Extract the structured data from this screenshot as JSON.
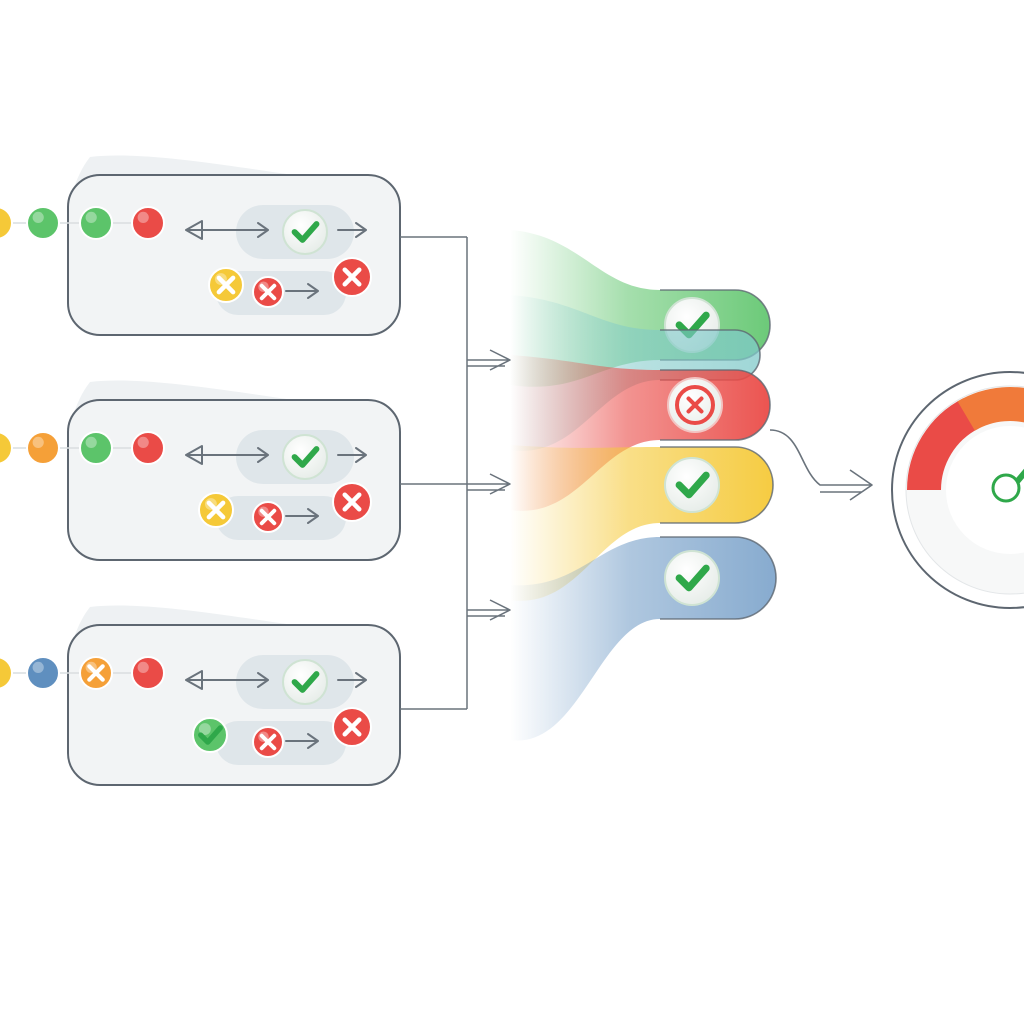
{
  "diagram": {
    "colors": {
      "green": "#5cc46a",
      "red": "#ea4b47",
      "yellow": "#f5c938",
      "orange": "#f5a038",
      "blue": "#5f8fbf",
      "teal": "#7fc9c9",
      "check": "#2fa84a",
      "panel_fill": "#f2f4f5",
      "panel_stroke": "#5d6670",
      "line": "#6a737c"
    },
    "rows": [
      {
        "input_dots": [
          "yellow",
          "green",
          "green",
          "red"
        ],
        "top_result": "check",
        "bottom_tokens": [
          "cross-yellow",
          "cross-red"
        ],
        "bottom_result": "cross"
      },
      {
        "input_dots": [
          "yellow",
          "orange",
          "green",
          "red"
        ],
        "top_result": "check",
        "bottom_tokens": [
          "cross-yellow",
          "cross-red"
        ],
        "bottom_result": "cross"
      },
      {
        "input_dots": [
          "yellow",
          "blue",
          "cross-orange",
          "red"
        ],
        "top_result": "check",
        "bottom_tokens": [
          "check-green",
          "cross-red"
        ],
        "bottom_result": "cross"
      }
    ],
    "ribbons": [
      {
        "color": "green",
        "result": "check"
      },
      {
        "color": "teal",
        "result": "none"
      },
      {
        "color": "red",
        "result": "cross"
      },
      {
        "color": "yellow",
        "result": "check"
      },
      {
        "color": "blue",
        "result": "check"
      }
    ],
    "gauge": {
      "needle_icon": "check-icon",
      "arc_colors": [
        "red",
        "orange"
      ]
    }
  }
}
